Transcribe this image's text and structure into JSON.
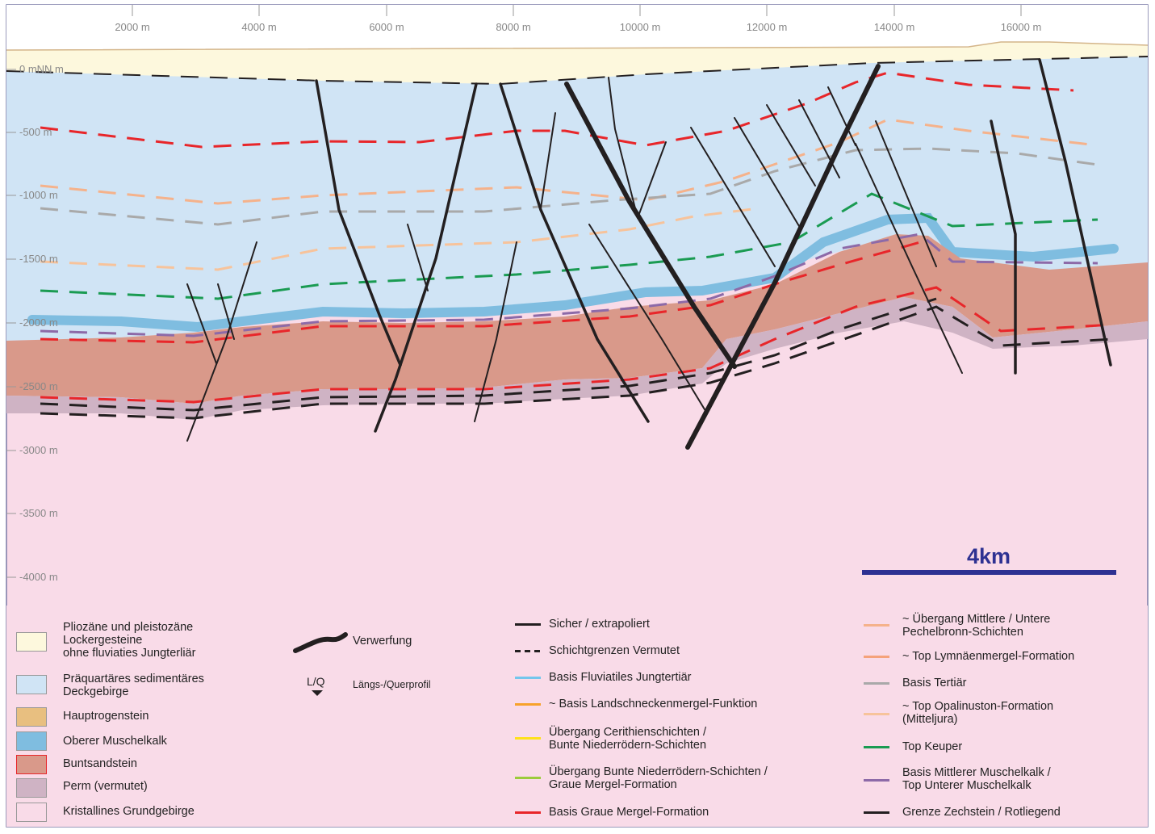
{
  "x_axis": {
    "unit": "m",
    "ticks": [
      "2000 m",
      "4000 m",
      "6000 m",
      "8000 m",
      "10000 m",
      "12000 m",
      "14000 m",
      "16000 m"
    ]
  },
  "y_axis": {
    "ticks": [
      "0 mNN m",
      "-500 m",
      "-1000 m",
      "-1500 m",
      "-2000 m",
      "-2500 m",
      "-3000 m",
      "-3500 m",
      "-4000 m"
    ]
  },
  "scale_bar": {
    "label": "4km",
    "color": "#2e3192"
  },
  "colors": {
    "pliozaen": "#fdf8dd",
    "praequartaer": "#d0e4f5",
    "hauptrogenstein": "#e8bf80",
    "oberer_muschelkalk": "#7fbde0",
    "buntsandstein": "#d9998a",
    "perm": "#cfb3c4",
    "kristallin": "#f9dbe8",
    "fault": "#231f20",
    "basis_graue_mergel": "#e8262a",
    "top_keuper": "#1a9b52",
    "mittlerer_muschelkalk": "#8d6aa8",
    "basis_tertiaer": "#a9a9a9",
    "pechelbronn": "#f5b28b",
    "basis_fluviatiles": "#73c6ec",
    "landschnecken": "#f7a22b",
    "cerithien": "#fee11b",
    "bunte_niederroedern": "#9ccb3b"
  },
  "legend_areas": [
    {
      "label": "Pliozäne und pleistozäne\nLockergesteine\nohne fluviaties Jungterliär",
      "color_key": "pliozaen"
    },
    {
      "label": "Präquartäres sedimentäres\nDeckgebirge",
      "color_key": "praequartaer"
    },
    {
      "label": "Hauptrogenstein",
      "color_key": "hauptrogenstein"
    },
    {
      "label": "Oberer Muschelkalk",
      "color_key": "oberer_muschelkalk"
    },
    {
      "label": "Buntsandstein",
      "color_key": "buntsandstein"
    },
    {
      "label": "Perm (vermutet)",
      "color_key": "perm"
    },
    {
      "label": "Kristallines Grundgebirge",
      "color_key": "kristallin"
    }
  ],
  "legend_symbols": {
    "fault_label": "Verwerfung",
    "profile_label": "L/Q",
    "profile_desc": "Längs-/Querprofil"
  },
  "legend_lines_mid": [
    {
      "label": "Sicher / extrapoliert",
      "color": "#231f20",
      "dashed": false
    },
    {
      "label": "Schichtgrenzen Vermutet",
      "color": "#231f20",
      "dashed": true
    },
    {
      "label": "Basis Fluviatiles Jungtertiär",
      "color": "#73c6ec",
      "dashed": false
    },
    {
      "label": "~ Basis Landschneckenmergel-Funktion",
      "color": "#f7a22b",
      "dashed": false
    },
    {
      "label": "Übergang Cerithienschichten /\nBunte Niederrödern-Schichten",
      "color": "#fee11b",
      "dashed": false
    },
    {
      "label": "Übergang Bunte Niederrödern-Schichten /\nGraue Mergel-Formation",
      "color": "#9ccb3b",
      "dashed": false
    },
    {
      "label": "Basis Graue Mergel-Formation",
      "color": "#e8262a",
      "dashed": false
    }
  ],
  "legend_lines_right": [
    {
      "label": "~ Übergang Mittlere / Untere\nPechelbronn-Schichten",
      "color": "#f5b28b"
    },
    {
      "label": "~ Top Lymnäenmergel-Formation",
      "color": "#f5a27b"
    },
    {
      "label": "Basis Tertiär",
      "color": "#a9a9a9"
    },
    {
      "label": "~ Top Opalinuston-Formation\n(Mitteljura)",
      "color": "#f7c39b"
    },
    {
      "label": "Top Keuper",
      "color": "#1a9b52"
    },
    {
      "label": "Basis Mittlerer Muschelkalk /\nTop Unterer Muschelkalk",
      "color": "#8d6aa8"
    },
    {
      "label": "Grenze Zechstein / Rotliegend",
      "color": "#231f20"
    }
  ]
}
